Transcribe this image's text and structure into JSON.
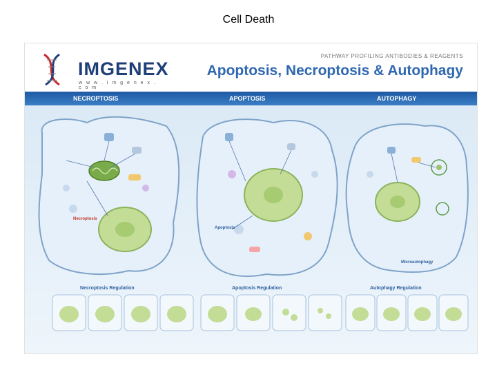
{
  "slide": {
    "title": "Cell Death"
  },
  "poster": {
    "brand": "IMGENEX",
    "brand_url": "w w w . i m g e n e x . c o m",
    "subtitle": "PATHWAY PROFILING ANTIBODIES & REAGENTS",
    "title": "Apoptosis, Necroptosis & Autophagy",
    "sections": [
      "NECROPTOSIS",
      "APOPTOSIS",
      "AUTOPHAGY"
    ],
    "cell_labels": {
      "necroptosis": "Necroptosis",
      "apoptosis": "Apoptosis",
      "autophagy": "Microautophagy"
    },
    "regulation": [
      "Necroptosis Regulation",
      "Apoptosis Regulation",
      "Autophagy Regulation"
    ],
    "colors": {
      "accent": "#2f68b1",
      "banner": "#1e5aa3",
      "cell_outline": "#7fa3c8",
      "nucleus": "#9cc36b"
    }
  }
}
